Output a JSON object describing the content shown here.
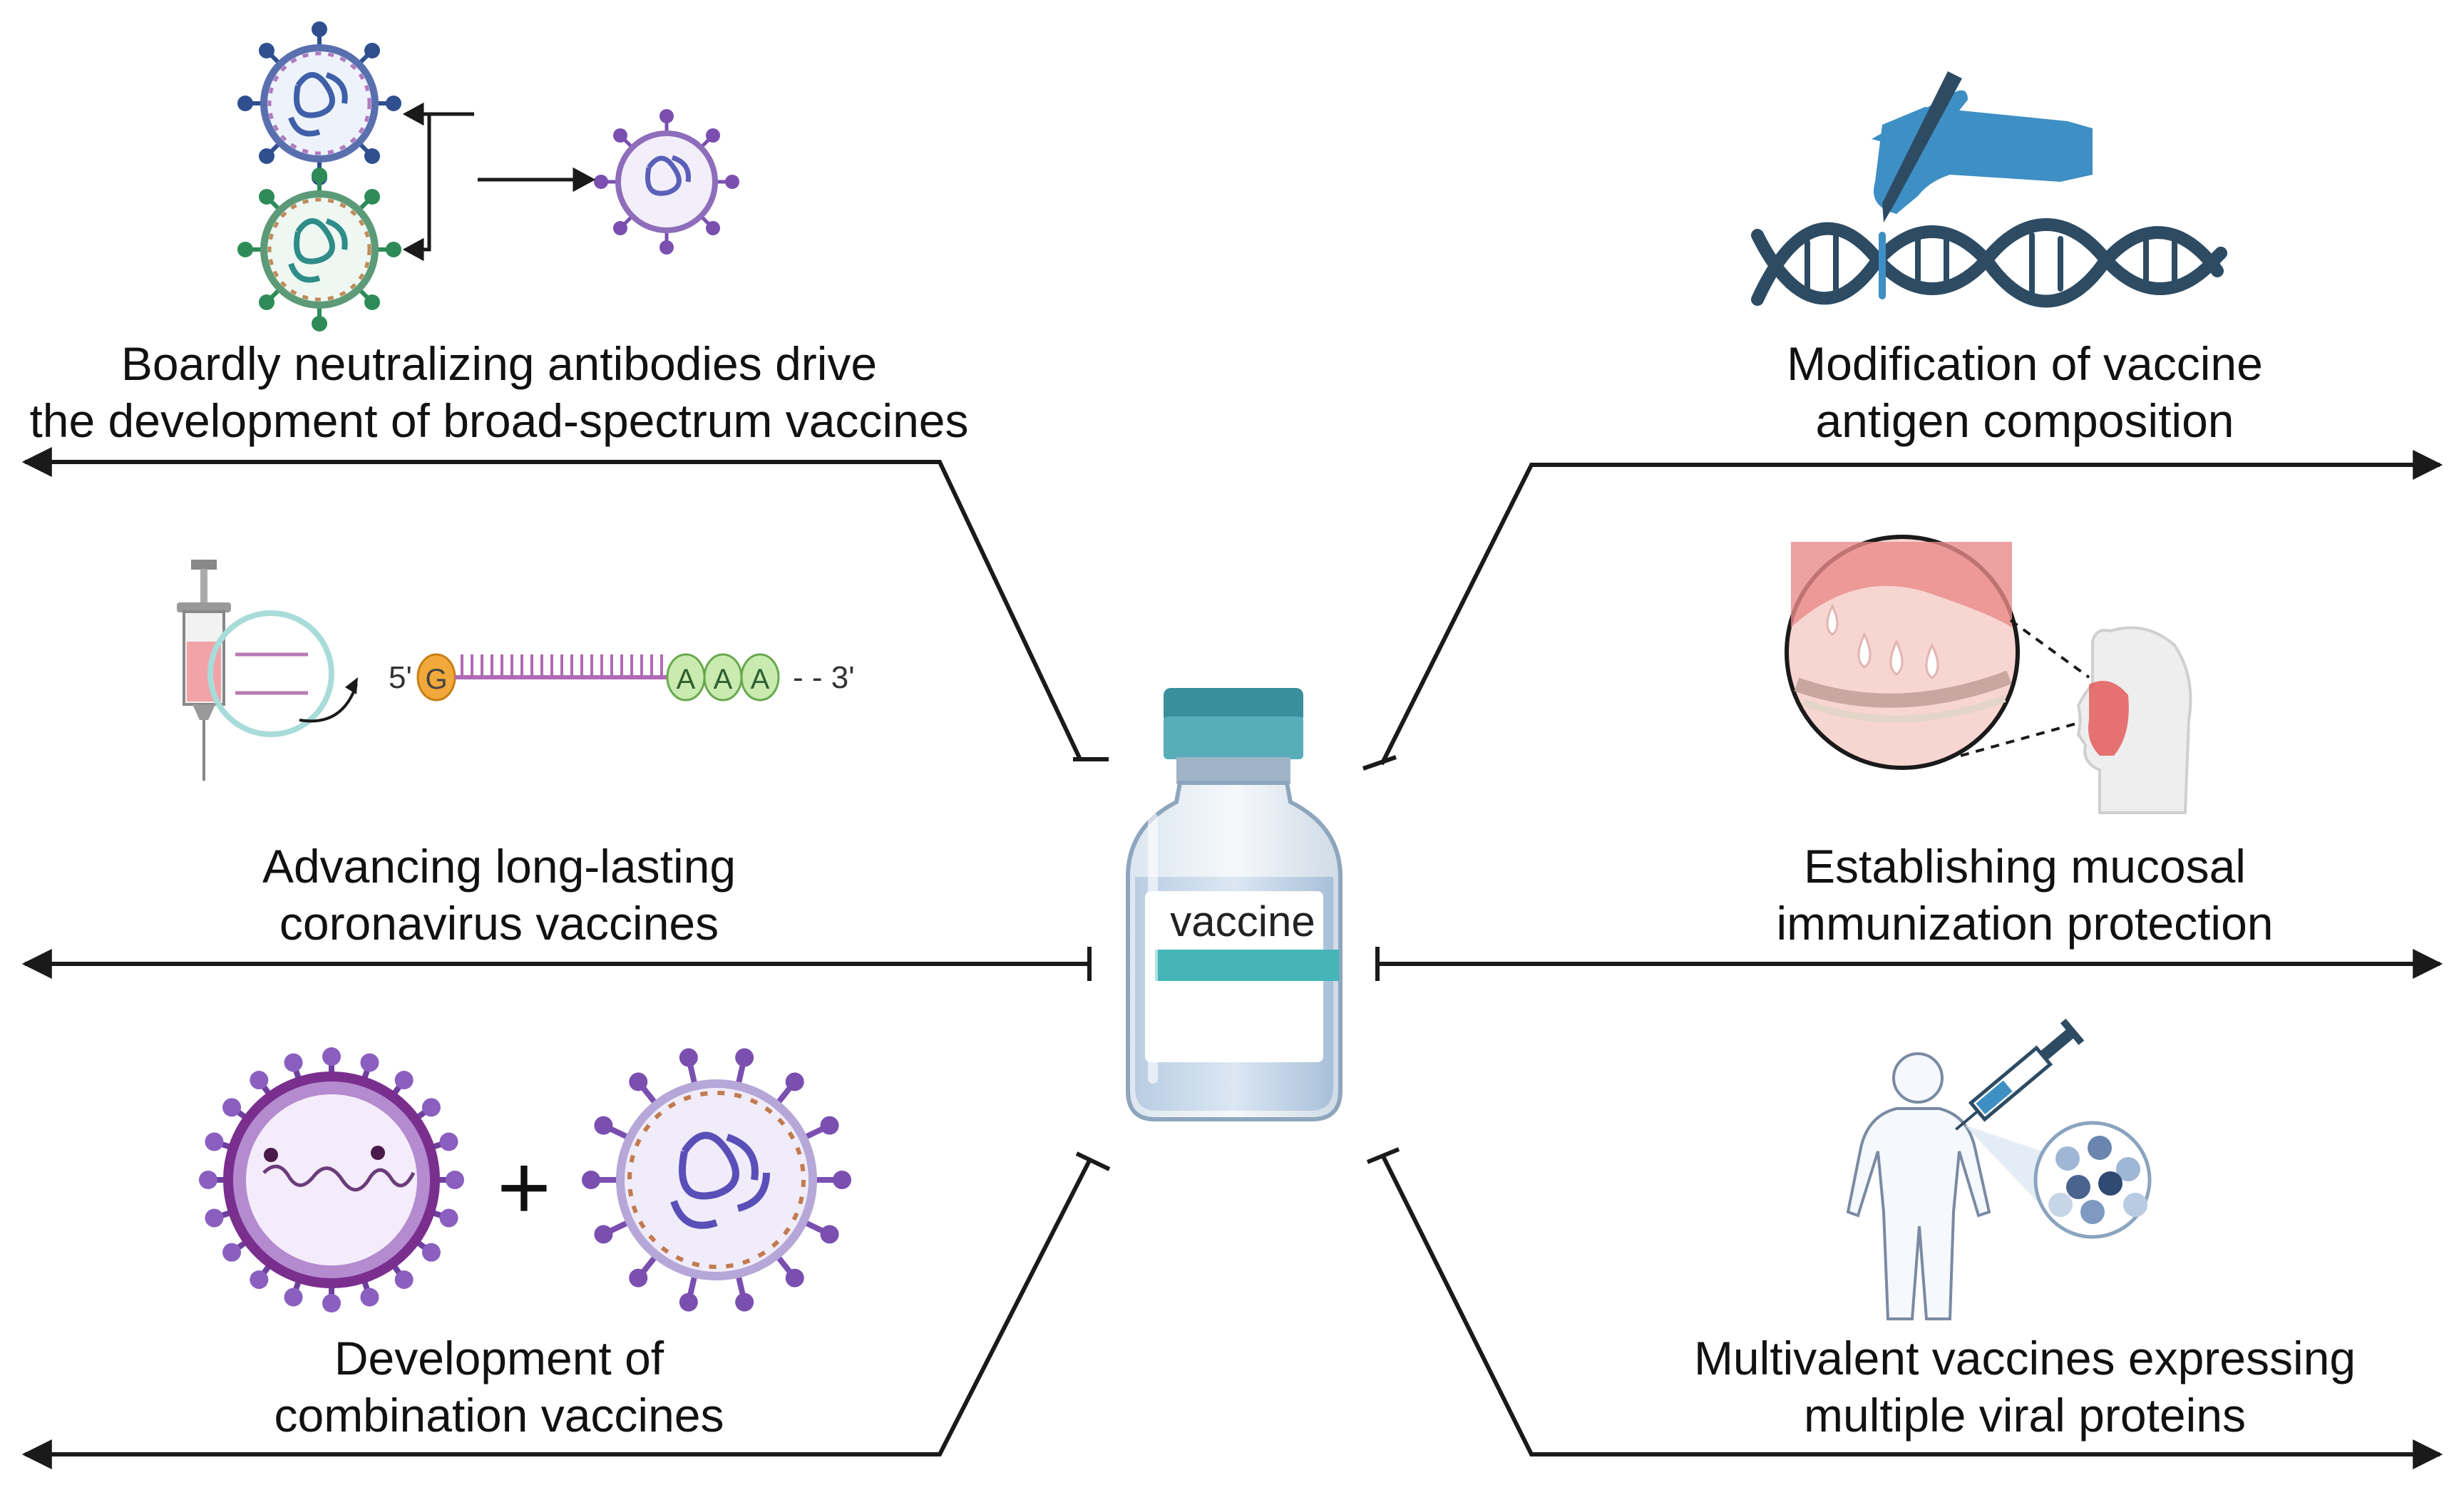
{
  "center": {
    "vial_label": "vaccine"
  },
  "panels": {
    "top_left": {
      "line1": "Boardly neutralizing antibodies drive",
      "line2": "the development of broad-spectrum vaccines"
    },
    "mid_left": {
      "line1": "Advancing long-lasting",
      "line2": "coronavirus vaccines"
    },
    "bottom_left": {
      "line1": "Development of",
      "line2": "combination vaccines"
    },
    "top_right": {
      "line1": "Modification of vaccine",
      "line2": "antigen composition"
    },
    "mid_right": {
      "line1": "Establishing mucosal",
      "line2": "immunization protection"
    },
    "bottom_right": {
      "line1": "Multivalent vaccines expressing",
      "line2": "multiple viral proteins"
    }
  },
  "mrna": {
    "five_prime": "5'",
    "cap": "G",
    "poly_a": [
      "A",
      "A",
      "A"
    ],
    "three_prime": "- - 3'"
  },
  "plus_sign": "+",
  "colors": {
    "arrow": "#1a1a1a",
    "vial_cap": "#3a8f9c",
    "vial_band": "#45b5b8",
    "virus_blue": "#3f5fa8",
    "virus_green": "#2e8b57",
    "virus_purple": "#7a4fb0",
    "dna": "#2d4b63",
    "hand": "#3d8fc4",
    "cap_orange": "#f2a93b",
    "polya_green": "#a8d98a"
  },
  "icons": [
    "coronavirus-icon",
    "syringe-icon",
    "mrna-strand-icon",
    "vaccine-vial-icon",
    "hand-pen-icon",
    "dna-helix-icon",
    "nasal-mucosa-icon",
    "human-head-icon",
    "human-body-icon",
    "antigen-dots-icon"
  ]
}
